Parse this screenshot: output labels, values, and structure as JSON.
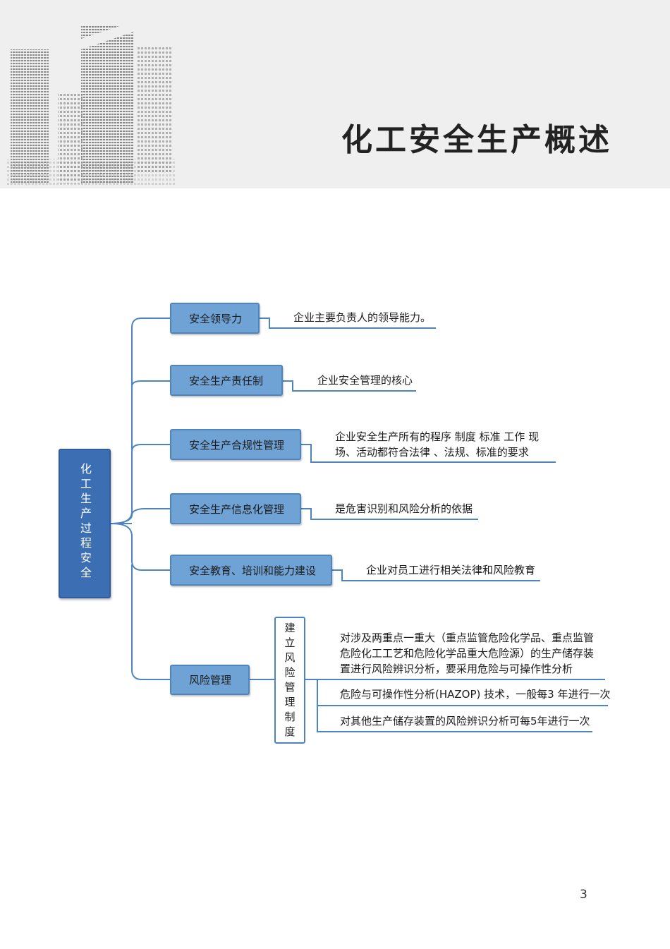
{
  "header": {
    "title": "化工安全生产概述"
  },
  "root": {
    "label": "化工生产过程安全"
  },
  "branches": [
    {
      "label": "安全领导力",
      "desc": [
        "企业主要负责人的领导能力。"
      ]
    },
    {
      "label": "安全生产责任制",
      "desc": [
        "企业安全管理的核心"
      ]
    },
    {
      "label": "安全生产合规性管理",
      "desc": [
        "企业安全生产所有的程序 制度 标准 工作 现",
        "场、活动都符合法律 、法规、标准的要求"
      ]
    },
    {
      "label": "安全生产信息化管理",
      "desc": [
        "是危害识别和风险分析的依据"
      ]
    },
    {
      "label": "安全教育、培训和能力建设",
      "desc": [
        "企业对员工进行相关法律和风险教育"
      ]
    },
    {
      "label": "风险管理",
      "desc": []
    }
  ],
  "risk": {
    "sub_label": "建立风险管理制度",
    "items": [
      [
        "对涉及两重点一重大（重点监管危险化学品、重点监管",
        "危险化工工艺和危险化学品重大危险源）的生产储存装",
        "置进行风险辨识分析，要采用危险与可操作性分析"
      ],
      [
        "危险与可操作性分析(HAZOP) 技术，一般每3 年进行一次"
      ],
      [
        "对其他生产储存装置的风险辨识分析可每5年进行一次"
      ]
    ]
  },
  "page_number": "3",
  "colors": {
    "box_fill": "#6fa3d6",
    "root_fill": "#3c6eb4",
    "line": "#4f85bf",
    "header_bg": "#efefef"
  }
}
